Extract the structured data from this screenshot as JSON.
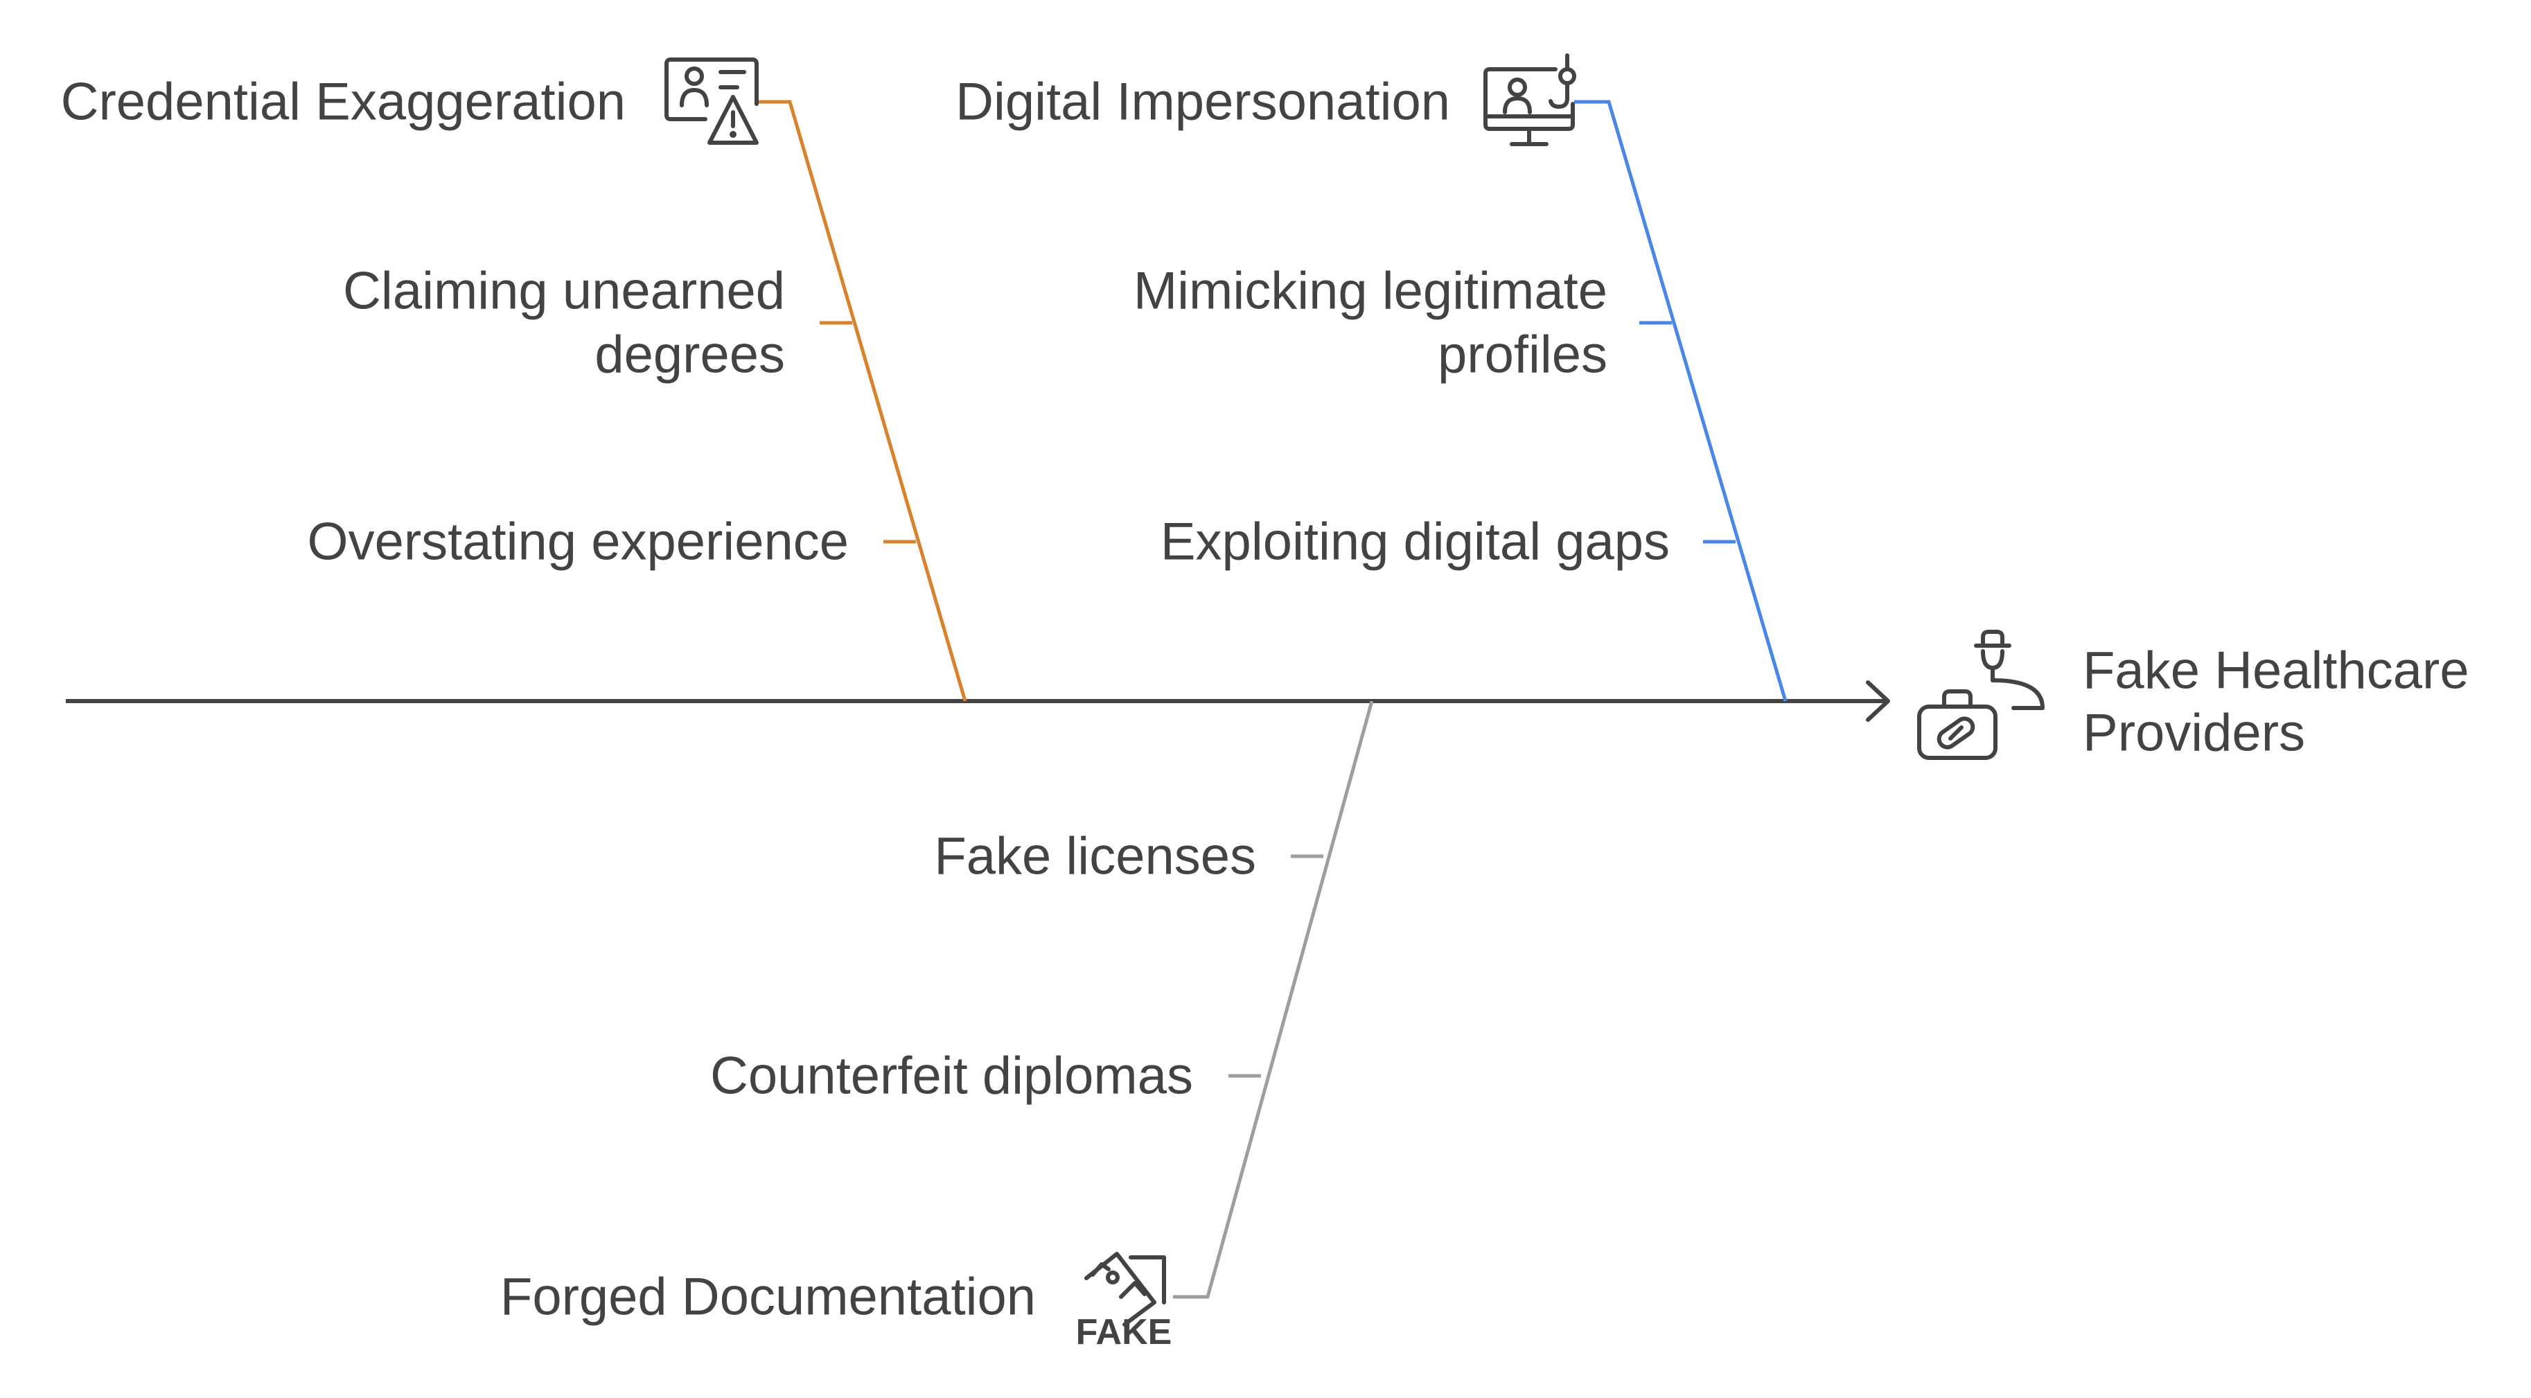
{
  "effect": {
    "lines": [
      "Fake Healthcare",
      "Providers"
    ],
    "icon": "fake-doctor-pill-icon"
  },
  "categories": [
    {
      "title": "Credential Exaggeration",
      "icon": "id-card-warning-icon",
      "color": "#d9822b",
      "causes": [
        {
          "lines": [
            "Claiming unearned",
            "degrees"
          ]
        },
        {
          "lines": [
            "Overstating experience"
          ]
        }
      ]
    },
    {
      "title": "Digital Impersonation",
      "icon": "monitor-phishing-icon",
      "color": "#4a86e8",
      "causes": [
        {
          "lines": [
            "Mimicking legitimate",
            "profiles"
          ]
        },
        {
          "lines": [
            "Exploiting digital gaps"
          ]
        }
      ]
    },
    {
      "title": "Forged Documentation",
      "icon": "fake-document-icon",
      "icon_text": "FAKE",
      "color": "#9e9e9e",
      "causes": [
        {
          "lines": [
            "Fake licenses"
          ]
        },
        {
          "lines": [
            "Counterfeit diplomas"
          ]
        }
      ]
    }
  ]
}
